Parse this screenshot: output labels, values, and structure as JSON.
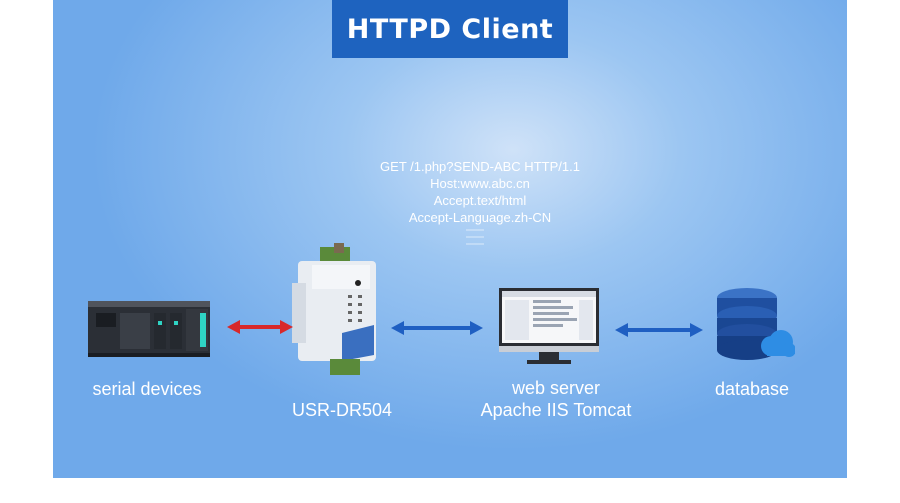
{
  "title": "HTTPD Client",
  "request_lines": [
    "GET /1.php?SEND-ABC HTTP/1.1",
    "Host:www.abc.cn",
    "Accept.text/html",
    "Accept-Language.zh-CN"
  ],
  "nodes": {
    "serial": "serial devices",
    "device": "USR-DR504",
    "server_line1": "web server",
    "server_line2": "Apache IIS Tomcat",
    "database": "database"
  },
  "colors": {
    "title_bg": "#1e63bf",
    "arrow_red": "#d8282a",
    "arrow_blue": "#1f5fc2"
  }
}
